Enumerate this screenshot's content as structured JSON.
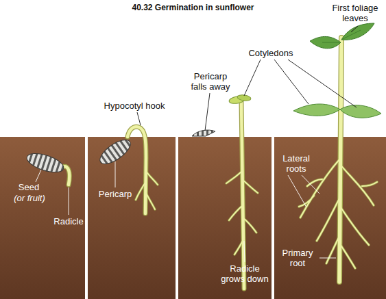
{
  "diagram": {
    "title": "40.32 Germination in sunflower",
    "labels": [
      "Seed",
      "(or fruit)",
      "Radicle",
      "Hypocotyl hook",
      "Pericarp",
      "Pericarp falls away",
      "Cotyledons",
      "First foliage leaves",
      "Lateral roots",
      "Radicle grows down",
      "Primary root"
    ]
  }
}
